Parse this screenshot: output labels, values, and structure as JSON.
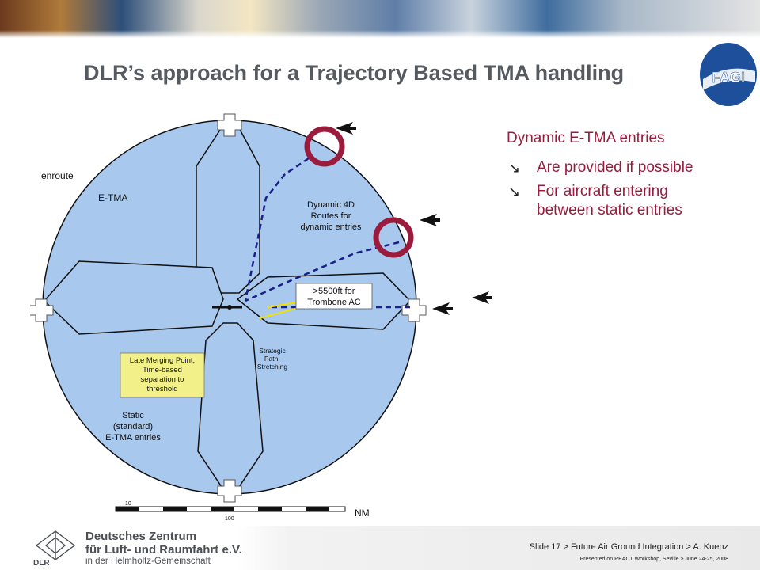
{
  "slide": {
    "title": "DLR’s approach for a Trajectory Based TMA handling",
    "logo_text": "FAGI"
  },
  "bullets": {
    "heading": "Dynamic E-TMA entries",
    "items": [
      {
        "line1": "Are provided if possible",
        "line2": ""
      },
      {
        "line1": "For aircraft entering",
        "line2": "between static entries"
      }
    ],
    "arrow_glyph": "↘"
  },
  "diagram": {
    "labels": {
      "enroute": "enroute",
      "etma": "E-TMA",
      "dynamic_routes": [
        "Dynamic 4D",
        "Routes for",
        "dynamic entries"
      ],
      "trombone": [
        ">5500ft for",
        "Trombone AC"
      ],
      "late_merging": [
        "Late Merging Point,",
        "Time-based",
        "separation to",
        "threshold"
      ],
      "strategic": [
        "Strategic",
        "Path-",
        "Stretching"
      ],
      "static": [
        "Static",
        "(standard)",
        "E-TMA entries"
      ],
      "nm": "NM",
      "scale_10": "10",
      "scale_100": "100"
    },
    "colors": {
      "circle_fill": "#a9c8ee",
      "route_dash": "#1b1f8c",
      "marker": "#9b1b3c",
      "late_box": "#f1f089",
      "trombone": "#f2e000"
    }
  },
  "footer": {
    "org_line1": "Deutsches Zentrum",
    "org_line2": "für Luft- und Raumfahrt e.V.",
    "org_line3": "in der Helmholtz-Gemeinschaft",
    "dlr_abbr": "DLR",
    "slide_info": "Slide 17 > Future Air Ground Integration > A. Kuenz",
    "presented": "Presented on REACT Workshop, Seville > June 24-25, 2008"
  }
}
